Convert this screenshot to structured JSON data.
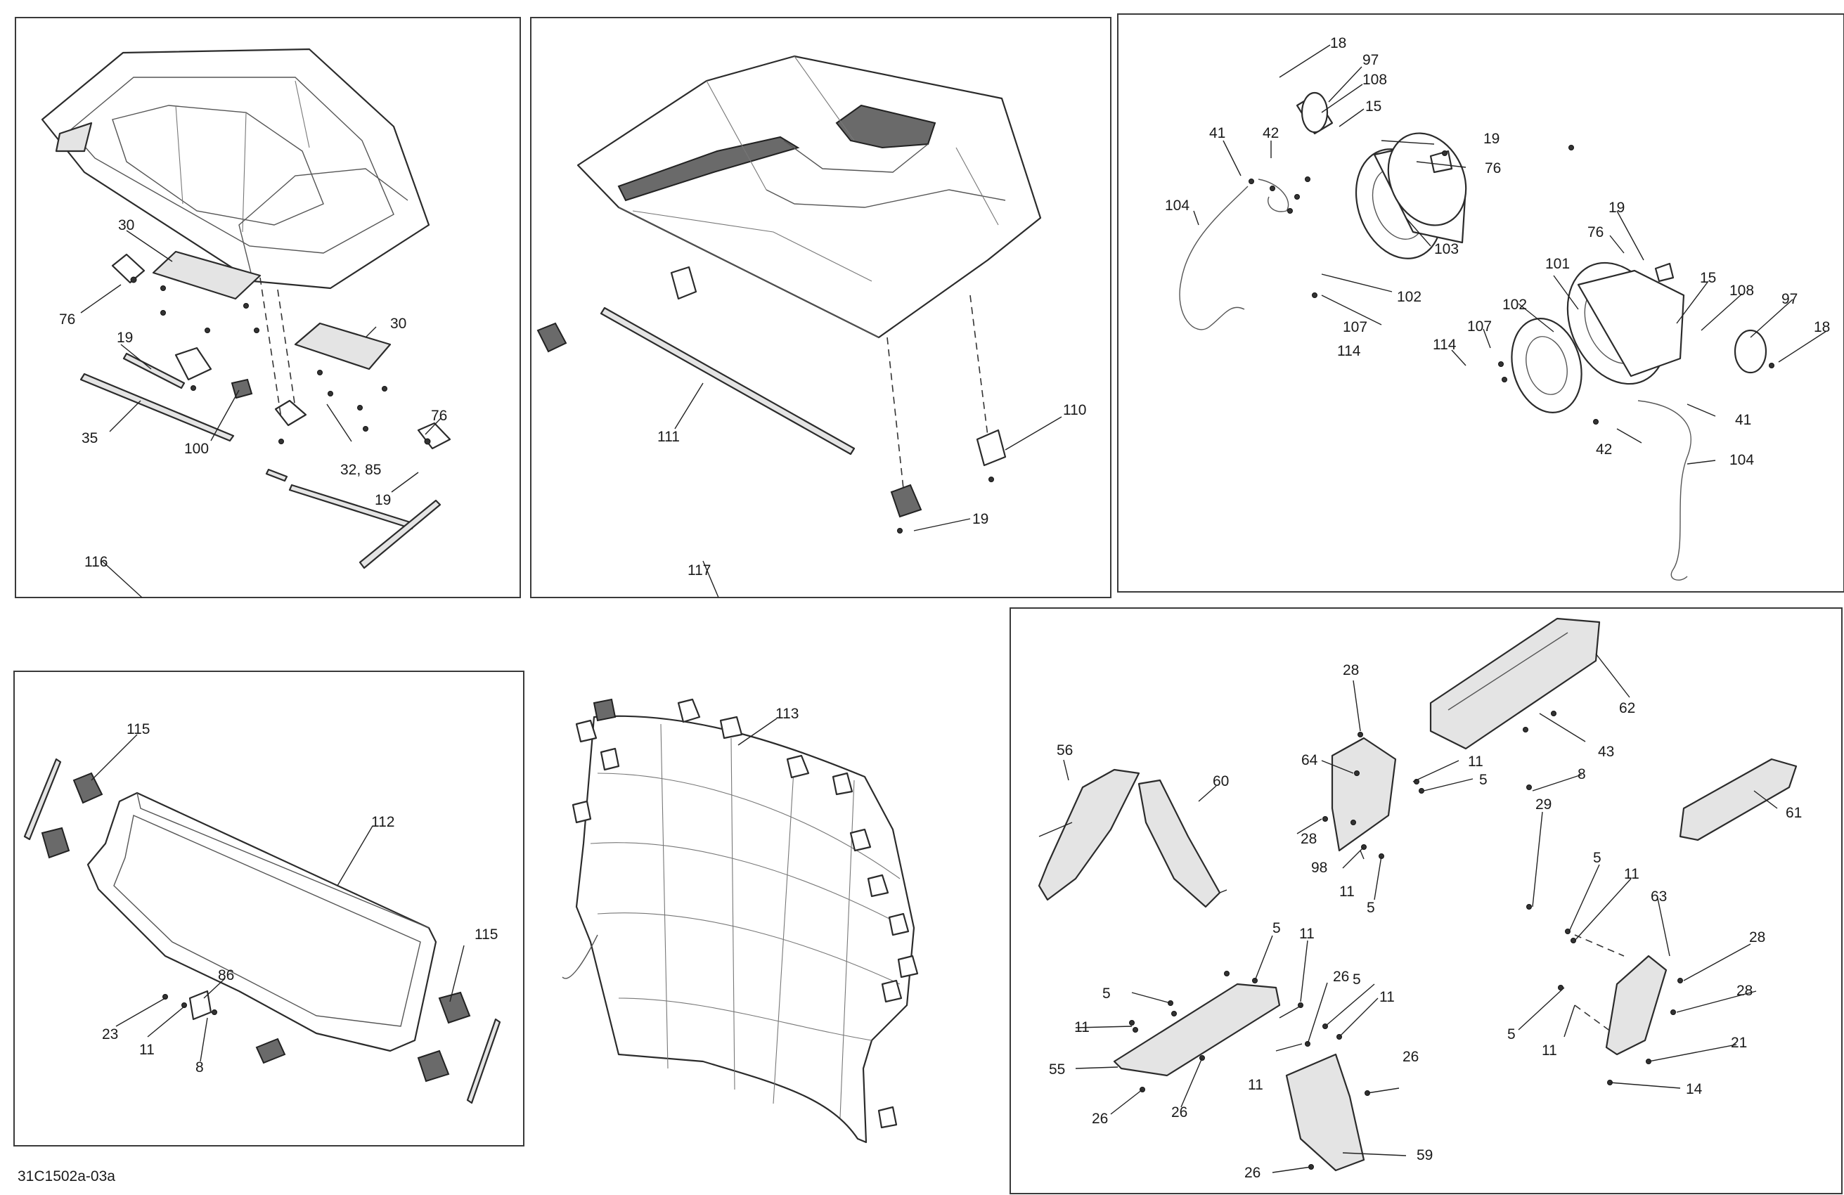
{
  "drawing_ref": "31C1502a-03a",
  "panels": {
    "p116": {
      "label": "116"
    },
    "p117": {
      "label": "117"
    }
  },
  "callouts": {
    "a30": "30",
    "a76": "76",
    "a19": "19",
    "a35": "35",
    "a100": "100",
    "b30": "30",
    "a32_85": "32, 85",
    "b76": "76",
    "b19": "19",
    "a111": "111",
    "a110": "110",
    "c19": "19",
    "s18": "18",
    "s97": "97",
    "s108": "108",
    "s15": "15",
    "s19": "19",
    "s76": "76",
    "s41": "41",
    "s42": "42",
    "s104": "104",
    "s103": "103",
    "s102": "102",
    "s107": "107",
    "s114": "114",
    "t19": "19",
    "t76": "76",
    "t15": "15",
    "t108": "108",
    "t97": "97",
    "t18": "18",
    "t101": "101",
    "t102": "102",
    "t107": "107",
    "t114": "114",
    "t41": "41",
    "t42": "42",
    "t104": "104",
    "w115a": "115",
    "w112": "112",
    "w115b": "115",
    "w86": "86",
    "w23": "23",
    "w11": "11",
    "w8": "8",
    "n113": "113",
    "r28a": "28",
    "r62": "62",
    "r43": "43",
    "r8": "8",
    "r64": "64",
    "r11a": "11",
    "r5a": "5",
    "r56": "56",
    "r60": "60",
    "r28b": "28",
    "r98": "98",
    "r11b": "11",
    "r5b": "5",
    "r29": "29",
    "r61": "61",
    "r5c": "5",
    "r11c": "11",
    "r63": "63",
    "r28c": "28",
    "r28d": "28",
    "r5d": "5",
    "r11d": "11",
    "r21": "21",
    "r14": "14",
    "r5e": "5",
    "r11e": "11",
    "r26a": "26",
    "r5f": "5",
    "r11f": "11",
    "r5g": "5",
    "r11g": "11",
    "r11h": "11",
    "r26b": "26",
    "r55": "55",
    "r26c": "26",
    "r26d": "26",
    "r59": "59",
    "r26e": "26"
  }
}
